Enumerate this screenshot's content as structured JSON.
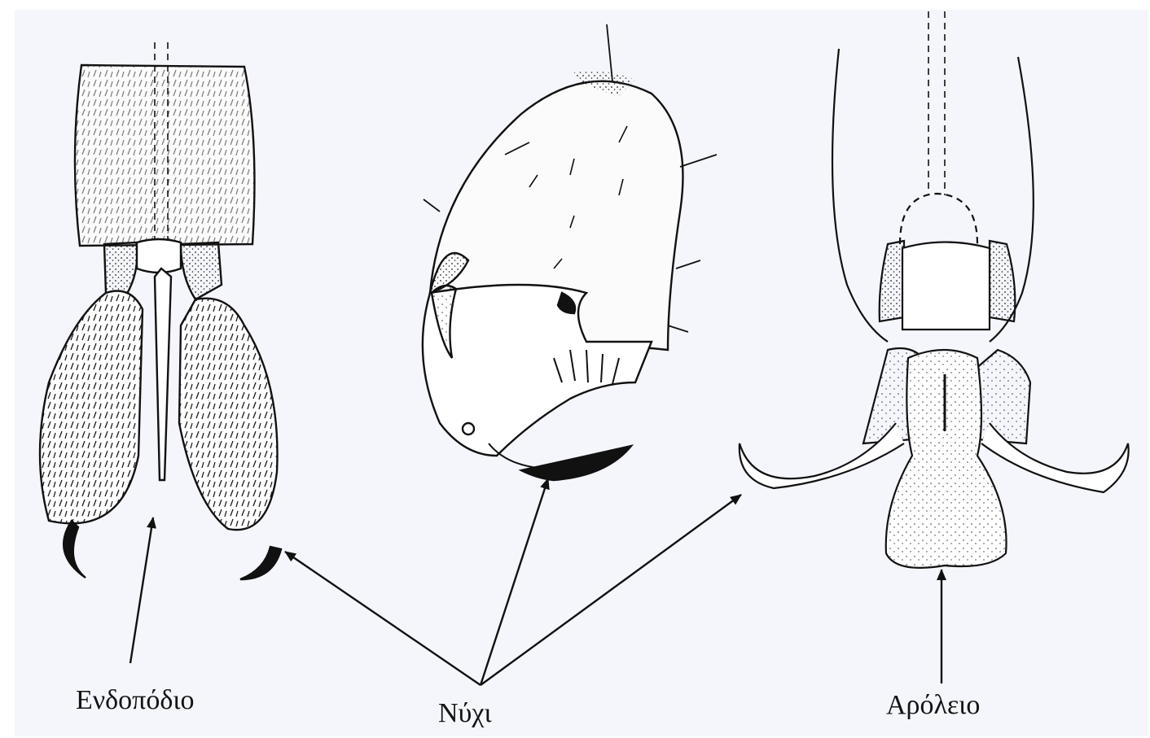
{
  "labels": {
    "endopodio": "Ενδοπόδιο",
    "nychi": "Νύχι",
    "aroleio": "Αρόλειο"
  }
}
